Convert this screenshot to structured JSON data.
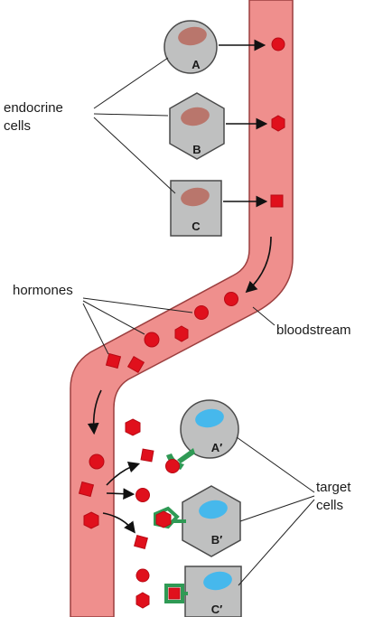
{
  "labels": {
    "endocrine_line1": "endocrine",
    "endocrine_line2": "cells",
    "hormones": "hormones",
    "bloodstream": "bloodstream",
    "target_line1": "target",
    "target_line2": "cells"
  },
  "endocrine_cells": [
    {
      "label": "A",
      "shape": "circle"
    },
    {
      "label": "B",
      "shape": "hexagon"
    },
    {
      "label": "C",
      "shape": "square"
    }
  ],
  "target_cells": [
    {
      "label": "A′",
      "shape": "circle"
    },
    {
      "label": "B′",
      "shape": "hexagon"
    },
    {
      "label": "C′",
      "shape": "square"
    }
  ],
  "colors": {
    "vessel": "#ef8f8d",
    "vessel_outline": "#9c3f3f",
    "hormone": "#e0101c",
    "hormone_outline": "#b80a14",
    "cell_fill": "#bfc0c0",
    "cell_outline": "#4a4a4a",
    "nucleus_endocrine": "#b9766c",
    "nucleus_target": "#46b8ec",
    "receptor": "#2f9a55"
  }
}
